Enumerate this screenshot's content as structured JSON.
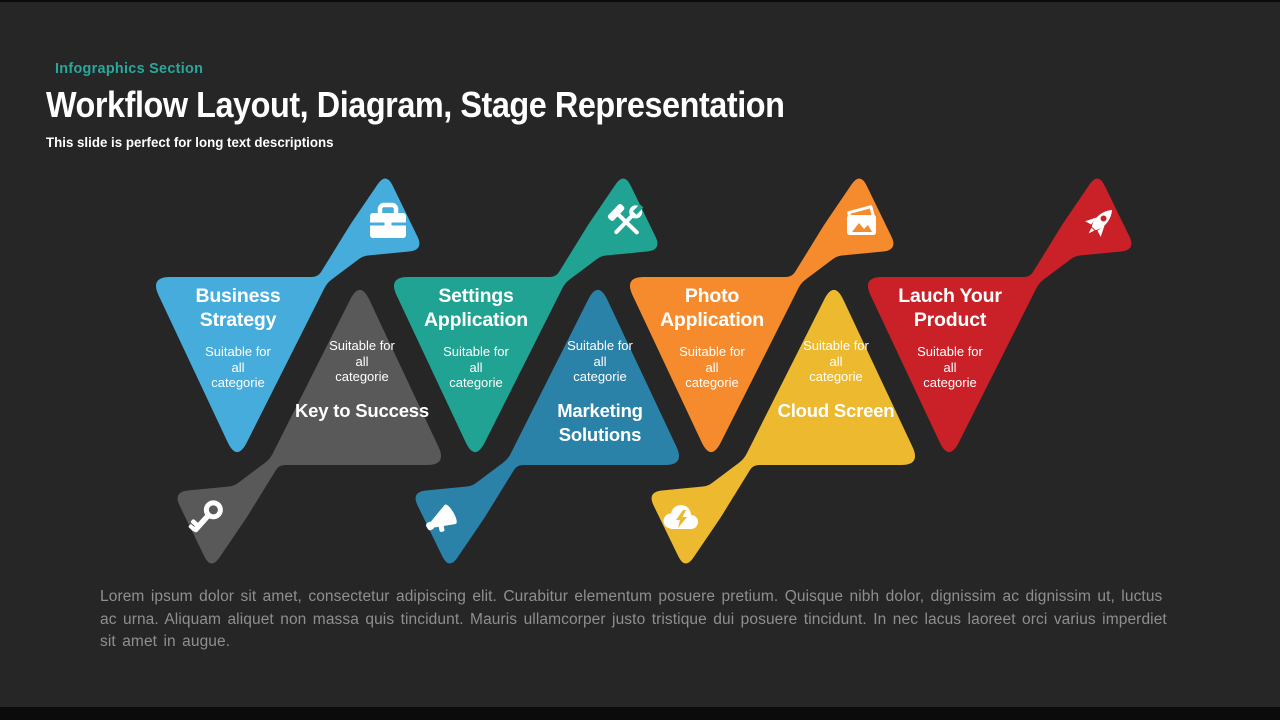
{
  "header": {
    "eyebrow": "Infographics Section",
    "eyebrow_color": "#2AA79B",
    "title": "Workflow Layout, Diagram, Stage Representation",
    "subtitle": "This slide is perfect for long text descriptions"
  },
  "units": [
    {
      "title": "Business Strategy",
      "subtitle": "Suitable for all categorie",
      "color": "#45ACDC",
      "icon": "briefcase-icon",
      "orientation": "down"
    },
    {
      "title": "Key to Success",
      "subtitle": "Suitable for all categorie",
      "color": "#595959",
      "icon": "key-icon",
      "orientation": "up"
    },
    {
      "title": "Settings Application",
      "subtitle": "Suitable for all categorie",
      "color": "#20A392",
      "icon": "tools-icon",
      "orientation": "down"
    },
    {
      "title": "Marketing Solutions",
      "subtitle": "Suitable for all categorie",
      "color": "#2B82A9",
      "icon": "megaphone-icon",
      "orientation": "up"
    },
    {
      "title": "Photo Application",
      "subtitle": "Suitable for all categorie",
      "color": "#F68B2D",
      "icon": "photo-icon",
      "orientation": "down"
    },
    {
      "title": "Cloud Screen",
      "subtitle": "Suitable for all categorie",
      "color": "#EDB92E",
      "icon": "cloud-bolt-icon",
      "orientation": "up"
    },
    {
      "title": "Lauch Your Product",
      "subtitle": "Suitable for all categorie",
      "color": "#C92127",
      "icon": "rocket-icon",
      "orientation": "down"
    }
  ],
  "footer": {
    "paragraph": "Lorem ipsum dolor sit amet, consectetur adipiscing elit. Curabitur elementum posuere pretium. Quisque nibh dolor, dignissim ac dignissim ut, luctus ac urna. Aliquam aliquet non massa quis tincidunt. Mauris ullamcorper justo tristique dui posuere tincidunt. In nec lacus laoreet orci varius imperdiet sit amet in augue."
  },
  "colors": {
    "background": "#262626",
    "edge_bar": "#0b0b0b",
    "body_text": "#8F8F8F"
  }
}
